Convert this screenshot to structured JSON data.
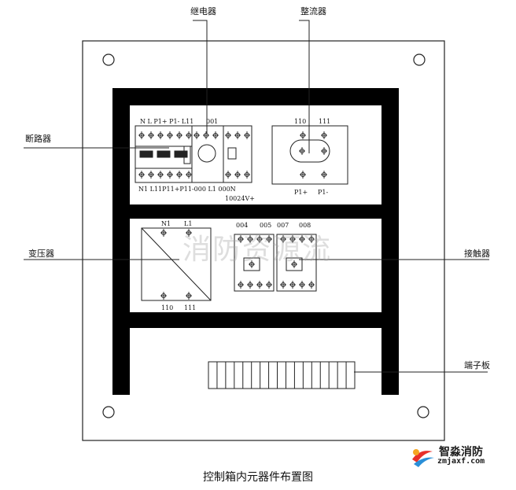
{
  "callouts": {
    "relay": "继电器",
    "rectifier": "整流器",
    "breaker": "断路器",
    "transformer": "变压器",
    "contactor": "接触器",
    "terminal_block": "端子板"
  },
  "breaker_module": {
    "top_labels": "N  L  P1+ P1- L11",
    "bottom_labels": "N1 L11P11+P11-000 L1 000N"
  },
  "relay_module": {
    "top_label": "001",
    "bottom_label": "10024V+"
  },
  "rectifier_module": {
    "top_left": "110",
    "top_right": "111",
    "bottom_left": "P1+",
    "bottom_right": "P1-"
  },
  "transformer_module": {
    "top_left": "N1",
    "top_right": "L1",
    "bottom_left": "110",
    "bottom_right": "111"
  },
  "contactor_module": {
    "labels": [
      "004",
      "005",
      "007",
      "008"
    ]
  },
  "caption": "控制箱内元器件布置图",
  "watermark": "消防资源流",
  "logo": {
    "name": "智淼消防",
    "url": "zmjaxf.com",
    "colors": [
      "#e8302a",
      "#f5a623",
      "#2a8fd8"
    ]
  }
}
